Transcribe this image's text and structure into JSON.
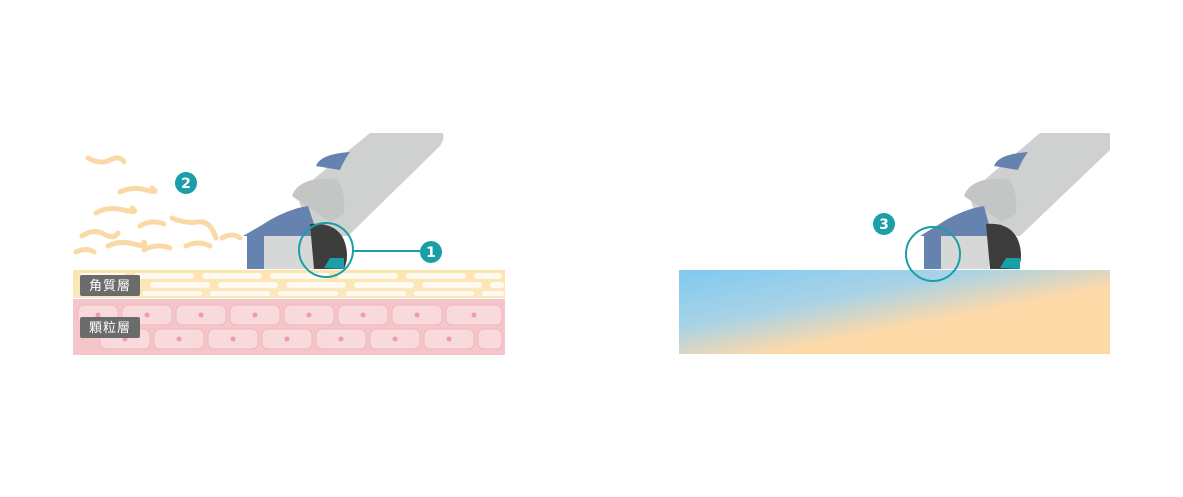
{
  "left_panel": {
    "layer_labels": {
      "stratum_corneum": "角質層",
      "granular_layer": "顆粒層"
    },
    "markers": {
      "one": "1",
      "two": "2"
    }
  },
  "right_panel": {
    "markers": {
      "three": "3"
    }
  },
  "colors": {
    "teal": "#1a9ea8",
    "device_body": "#cfd1d1",
    "device_blue": "#6683b0",
    "device_dark": "#3d3d3d",
    "corneum_yellow": "#fde6b4",
    "granular_pink": "#f4c9cd",
    "flake": "#fad9a6",
    "skin_peach": "#fdd9a8",
    "skin_blue": "#8dd0ef",
    "label_bg": "#6b6b6b"
  }
}
